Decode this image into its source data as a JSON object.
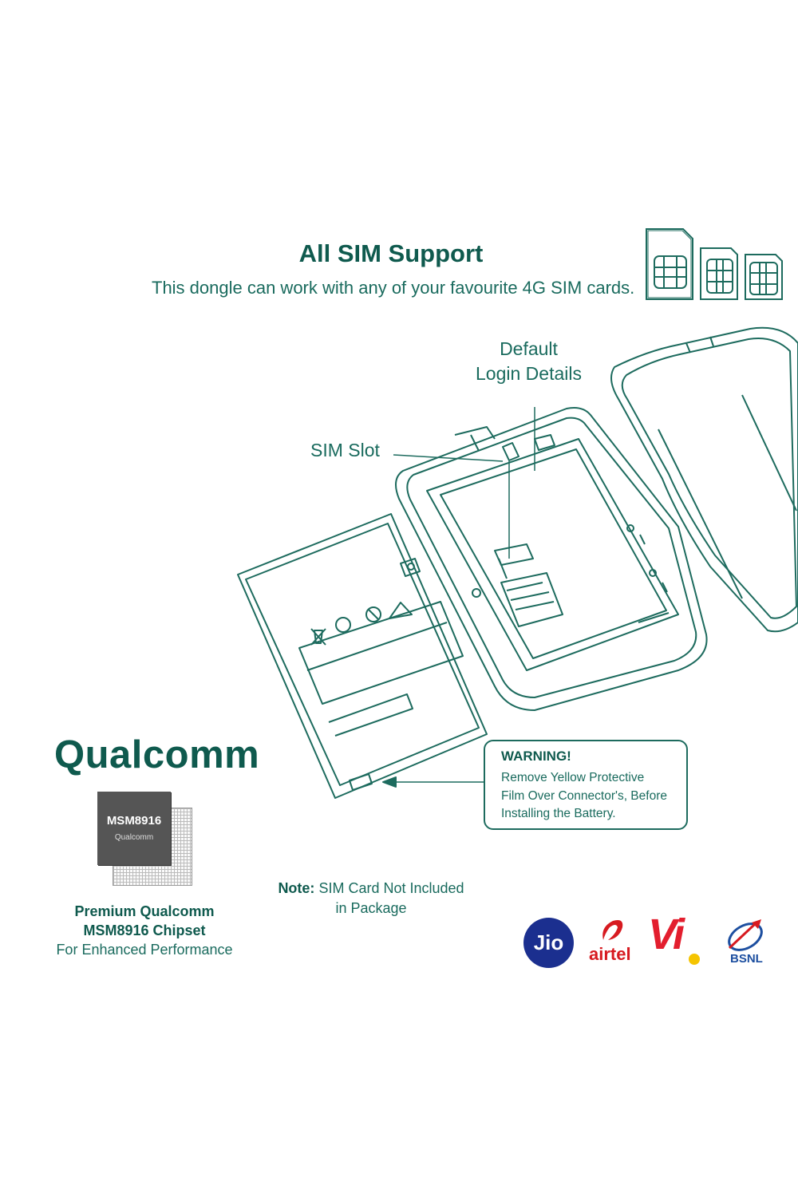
{
  "header": {
    "title": "All SIM Support",
    "subtitle": "This dongle can work with any of your favourite 4G SIM cards."
  },
  "diagram": {
    "label_default_line1": "Default",
    "label_default_line2": "Login Details",
    "label_sim_slot": "SIM Slot"
  },
  "warning": {
    "title": "WARNING!",
    "line1": "Remove Yellow Protective",
    "line2": "Film Over Connector's, Before",
    "line3": "Installing the Battery."
  },
  "chipset": {
    "logo": "Qualcomm",
    "chip_model": "MSM8916",
    "chip_brand": "Qualcomm",
    "caption_line1": "Premium Qualcomm",
    "caption_line2": "MSM8916 Chipset",
    "caption_line3": "For Enhanced Performance"
  },
  "note": {
    "label": "Note:",
    "text_line1": "SIM Card Not Included",
    "text_line2": "in Package"
  },
  "carriers": {
    "jio": "Jio",
    "airtel": "airtel",
    "vi": "Vi",
    "bsnl": "BSNL"
  },
  "colors": {
    "primary": "#1d6b5e",
    "dark": "#0f5a4e",
    "jio": "#1b2f8f",
    "airtel": "#d71a20",
    "vi_red": "#e31e2e",
    "vi_yellow": "#f5c400",
    "bsnl_blue": "#1d4fa0"
  }
}
